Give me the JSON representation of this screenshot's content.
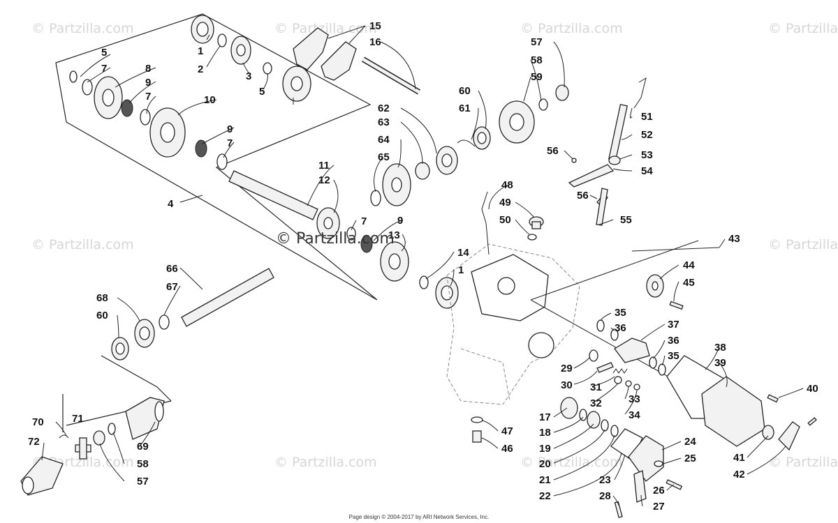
{
  "watermark": {
    "text": "© Partzilla.com",
    "center_text": "© Partzilla.com"
  },
  "footer": "Page design © 2004-2017 by ARI Network Services, Inc.",
  "callouts": [
    "1",
    "2",
    "3",
    "5",
    "5",
    "7",
    "8",
    "9",
    "7",
    "10",
    "9",
    "7",
    "4",
    "11",
    "12",
    "13",
    "9",
    "7",
    "14",
    "1",
    "15",
    "16",
    "57",
    "58",
    "59",
    "60",
    "61",
    "62",
    "63",
    "64",
    "65",
    "66",
    "67",
    "68",
    "60",
    "48",
    "49",
    "50",
    "51",
    "52",
    "53",
    "54",
    "55",
    "56",
    "56",
    "43",
    "44",
    "45",
    "35",
    "36",
    "37",
    "36",
    "35",
    "38",
    "39",
    "29",
    "30",
    "31",
    "32",
    "33",
    "34",
    "17",
    "18",
    "19",
    "20",
    "21",
    "22",
    "23",
    "24",
    "25",
    "26",
    "27",
    "28",
    "40",
    "41",
    "42",
    "47",
    "46",
    "70",
    "71",
    "72",
    "69",
    "58",
    "57"
  ]
}
